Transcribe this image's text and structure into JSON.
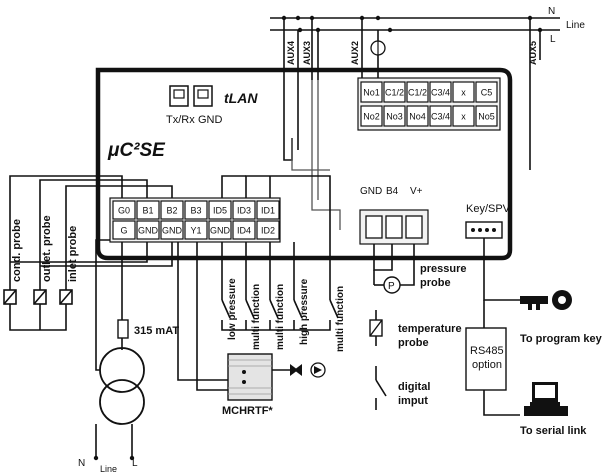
{
  "controller": {
    "model": "μC²SE",
    "tlan_label": "tLAN",
    "tlan_pins": [
      "Tx/Rx",
      "GND"
    ]
  },
  "line": {
    "n": "N",
    "l": "L",
    "label": "Line"
  },
  "aux_labels": [
    "AUX4",
    "AUX3",
    "AUX2",
    "AUX5"
  ],
  "relay_block": {
    "top": [
      "No1",
      "C1/2",
      "C1/2",
      "C3/4",
      "x",
      "C5"
    ],
    "bottom": [
      "No2",
      "No3",
      "No4",
      "C3/4",
      "x",
      "No5"
    ]
  },
  "io_block": {
    "top": [
      "G0",
      "B1",
      "B2",
      "B3",
      "ID5",
      "ID3",
      "ID1"
    ],
    "bottom": [
      "G",
      "GND",
      "GND",
      "Y1",
      "GND",
      "ID4",
      "ID2"
    ]
  },
  "probe_block": {
    "pins": [
      "GND",
      "B4",
      "V+"
    ],
    "sensor_symbol": "P",
    "label_1": "pressure",
    "label_2": "probe"
  },
  "key_port": {
    "label": "Key/SPV"
  },
  "probes_left": [
    "cond. probe",
    "outlet. probe",
    "inlet probe"
  ],
  "digital_inputs": [
    "low pressure",
    "multi function",
    "multi function",
    "high pressure",
    "multi function"
  ],
  "fuse": {
    "label": "315 mAT"
  },
  "mchrtf": {
    "label": "MCHRTF*"
  },
  "temperature_probe": {
    "line1": "temperature",
    "line2": "probe"
  },
  "digital_input": {
    "line1": "digital",
    "line2": "imput"
  },
  "rs485": {
    "line1": "RS485",
    "line2": "option"
  },
  "program_key": {
    "label": "To program key"
  },
  "serial_link": {
    "label": "To serial link"
  },
  "bottom_line": {
    "n": "N",
    "l": "L",
    "label": "Line"
  }
}
